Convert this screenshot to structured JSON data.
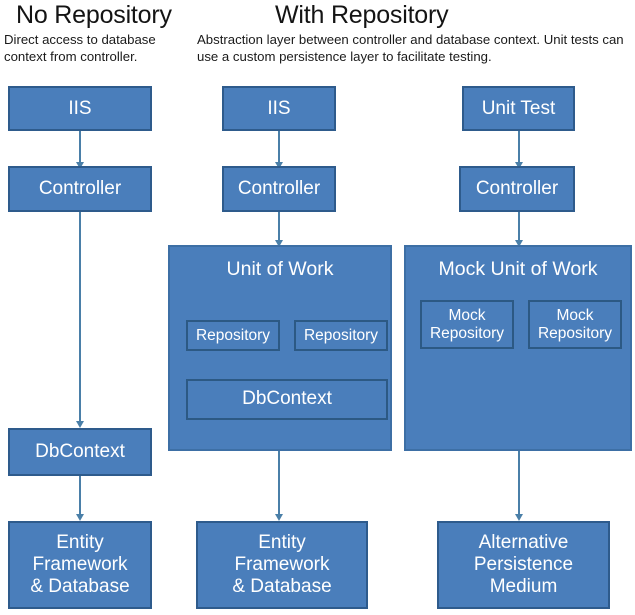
{
  "diagram": {
    "title_left": "No Repository",
    "title_right": "With Repository",
    "subtitle_left": "Direct access to database context from controller.",
    "subtitle_right": "Abstraction layer between controller and database context. Unit tests can use a custom persistence layer to facilitate testing.",
    "colors": {
      "box_fill": "#4a7ebb",
      "box_border": "#2e5b8c",
      "inner_border": "#2c5984",
      "arrow": "#4a7fa8",
      "text": "#ffffff",
      "background": "#ffffff",
      "heading_text": "#141414"
    }
  },
  "columns": [
    {
      "name": "no-repository",
      "nodes": [
        {
          "id": "iis",
          "label": "IIS"
        },
        {
          "id": "controller",
          "label": "Controller"
        },
        {
          "id": "dbcontext",
          "label": "DbContext"
        },
        {
          "id": "entity-framework",
          "label": "Entity\nFramework\n& Database"
        }
      ],
      "edges": [
        {
          "from": "iis",
          "to": "controller"
        },
        {
          "from": "controller",
          "to": "dbcontext"
        },
        {
          "from": "dbcontext",
          "to": "entity-framework"
        }
      ]
    },
    {
      "name": "with-repository",
      "nodes": [
        {
          "id": "iis",
          "label": "IIS"
        },
        {
          "id": "controller",
          "label": "Controller"
        },
        {
          "id": "unit-of-work",
          "label": "Unit of Work",
          "children": [
            {
              "id": "repository-1",
              "label": "Repository"
            },
            {
              "id": "repository-2",
              "label": "Repository"
            },
            {
              "id": "dbcontext",
              "label": "DbContext"
            }
          ]
        },
        {
          "id": "entity-framework",
          "label": "Entity\nFramework\n& Database"
        }
      ],
      "edges": [
        {
          "from": "iis",
          "to": "controller"
        },
        {
          "from": "controller",
          "to": "unit-of-work"
        },
        {
          "from": "unit-of-work",
          "to": "entity-framework"
        }
      ]
    },
    {
      "name": "with-repository-unit-test",
      "nodes": [
        {
          "id": "unit-test",
          "label": "Unit Test"
        },
        {
          "id": "controller",
          "label": "Controller"
        },
        {
          "id": "mock-unit-of-work",
          "label": "Mock Unit of Work",
          "children": [
            {
              "id": "mock-repository-1",
              "label": "Mock\nRepository"
            },
            {
              "id": "mock-repository-2",
              "label": "Mock\nRepository"
            }
          ]
        },
        {
          "id": "alternative-persistence",
          "label": "Alternative\nPersistence\nMedium"
        }
      ],
      "edges": [
        {
          "from": "unit-test",
          "to": "controller"
        },
        {
          "from": "controller",
          "to": "mock-unit-of-work"
        },
        {
          "from": "mock-unit-of-work",
          "to": "alternative-persistence"
        }
      ]
    }
  ],
  "labels": {
    "c1_iis": "IIS",
    "c1_controller": "Controller",
    "c1_dbcontext": "DbContext",
    "c1_ef": "Entity\nFramework\n& Database",
    "c2_iis": "IIS",
    "c2_controller": "Controller",
    "c2_uow": "Unit of Work",
    "c2_repo1": "Repository",
    "c2_repo2": "Repository",
    "c2_dbcontext": "DbContext",
    "c2_ef": "Entity\nFramework\n& Database",
    "c3_unittest": "Unit Test",
    "c3_controller": "Controller",
    "c3_muow": "Mock Unit of Work",
    "c3_mockrepo1": "Mock\nRepository",
    "c3_mockrepo2": "Mock\nRepository",
    "c3_alt": "Alternative\nPersistence\nMedium"
  }
}
